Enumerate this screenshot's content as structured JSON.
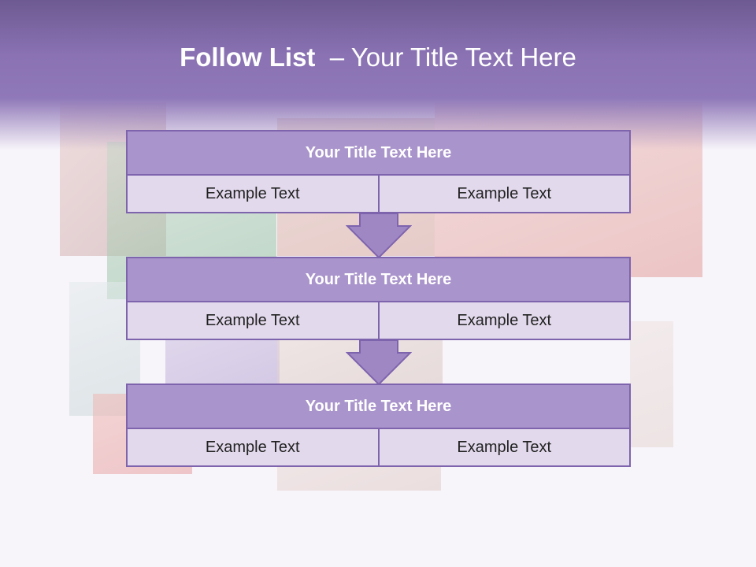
{
  "slide": {
    "title_bold": "Follow List",
    "title_rest": "– Your Title Text Here"
  },
  "flow": [
    {
      "title": "Your Title Text Here",
      "left": "Example Text",
      "right": "Example Text"
    },
    {
      "title": "Your Title Text Here",
      "left": "Example Text",
      "right": "Example Text"
    },
    {
      "title": "Your Title Text Here",
      "left": "Example Text",
      "right": "Example Text"
    }
  ],
  "colors": {
    "accent": "#8a72b3",
    "box_header": "#a994cb",
    "box_body": "#e2d9ec",
    "border": "#7e64ad"
  },
  "icons": [
    "down-arrow-icon"
  ]
}
